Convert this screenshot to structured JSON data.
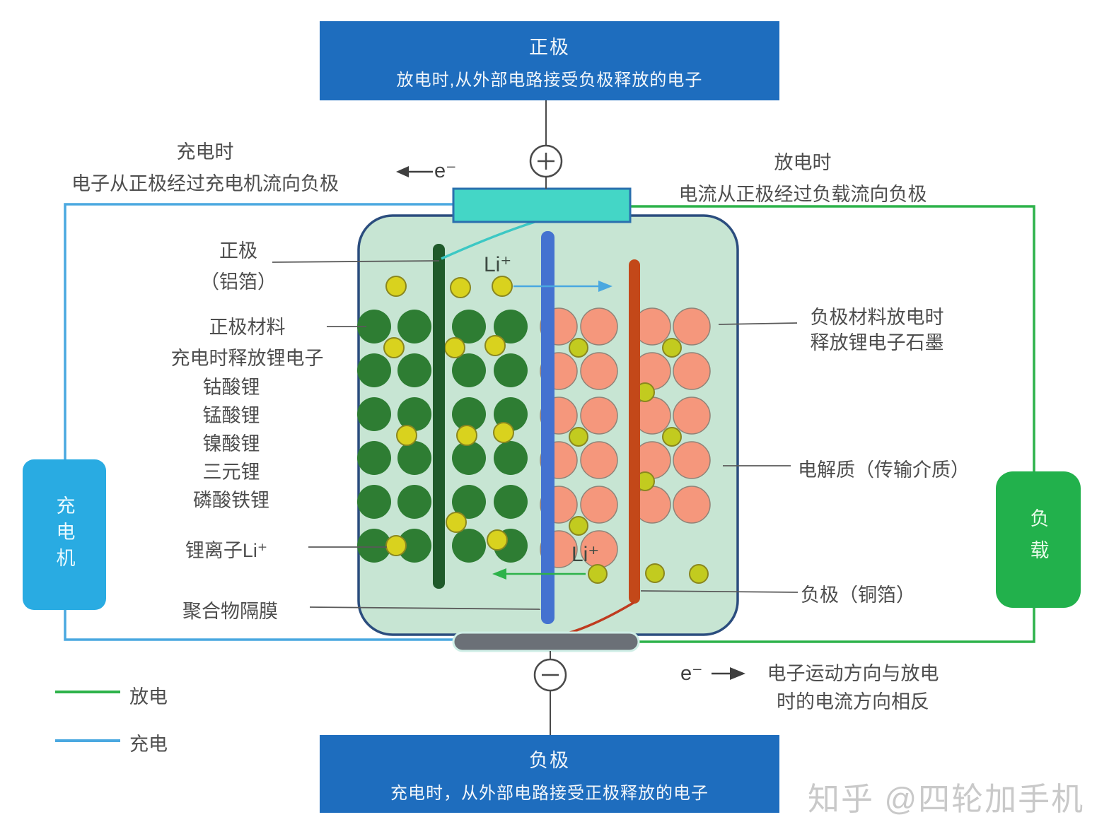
{
  "top_box": {
    "title": "正极",
    "subtitle": "放电时,从外部电路接受负极释放的电子"
  },
  "bottom_box": {
    "title": "负极",
    "subtitle": "充电时，从外部电路接受正极释放的电子"
  },
  "charger_box": {
    "label": "充电机"
  },
  "load_box": {
    "label": "负载"
  },
  "notes": {
    "charge_line1": "充电时",
    "charge_line2": "电子从正极经过充电机流向负极",
    "discharge_line1": "放电时",
    "discharge_line2": "电流从正极经过负载流向负极",
    "electron_dir_line1": "电子运动方向与放电",
    "electron_dir_line2": "时的电流方向相反"
  },
  "symbols": {
    "electron_top": "e⁻",
    "electron_bottom": "e⁻",
    "li_top": "Li⁺",
    "li_bottom": "Li⁺"
  },
  "left_labels": {
    "cathode_foil_line1": "正极",
    "cathode_foil_line2": "（铝箔）",
    "cathode_material_line1": "正极材料",
    "cathode_material_line2": "充电时释放锂电子",
    "chems": [
      "钴酸锂",
      "锰酸锂",
      "镍酸锂",
      "三元锂",
      "磷酸铁锂"
    ],
    "li_ion": "锂离子Li⁺",
    "separator": "聚合物隔膜"
  },
  "right_labels": {
    "anode_material_line1": "负极材料放电时",
    "anode_material_line2": "释放锂电子石墨",
    "electrolyte": "电解质（传输介质）",
    "anode_foil": "负极（铜箔）"
  },
  "legend": {
    "discharge": "放电",
    "charge": "充电"
  },
  "watermark": "知乎 @四轮加手机",
  "colors": {
    "box_blue": "#1e6dbe",
    "charger_blue": "#29abe2",
    "load_green": "#22b14c",
    "circuit_green": "#2db24a",
    "circuit_blue": "#4aa8e0",
    "cell_fill": "#c7e5d3",
    "cell_border": "#2b4d7e",
    "terminal_teal": "#44d6c6",
    "terminal_teal_border": "#2a6fae",
    "terminal_gray": "#6b7077",
    "al_foil": "#1f5a2a",
    "separator_blue": "#4472d0",
    "cu_foil": "#c34819",
    "cyan_curve": "#3cc8c4",
    "red_curve": "#bf3b1f",
    "label_line": "#5a5a5a"
  },
  "particles": {
    "cathode": {
      "color": "#2e7d33",
      "radius": 24,
      "columns": [
        529,
        586,
        663,
        722
      ],
      "rows": [
        462,
        524,
        586,
        648,
        710,
        772
      ]
    },
    "anode": {
      "color": "#f5977c",
      "stroke": "#8f8377",
      "radius": 26,
      "groups": [
        {
          "columns": [
            790,
            847
          ],
          "rows": [
            462,
            525,
            588,
            651,
            714,
            777
          ]
        },
        {
          "columns": [
            922,
            978
          ],
          "rows": [
            462,
            525,
            588,
            651,
            714
          ]
        }
      ]
    },
    "ions_left": {
      "color": "#d9d21e",
      "stroke": "#8a871f",
      "radius": 14,
      "points": [
        [
          560,
          405
        ],
        [
          651,
          407
        ],
        [
          710,
          405
        ],
        [
          557,
          492
        ],
        [
          643,
          492
        ],
        [
          700,
          489
        ],
        [
          575,
          616
        ],
        [
          660,
          616
        ],
        [
          712,
          612
        ],
        [
          560,
          772
        ],
        [
          645,
          739
        ],
        [
          703,
          764
        ]
      ]
    },
    "ions_right": {
      "color": "#c2cb1f",
      "stroke": "#8a871f",
      "radius": 13,
      "points": [
        [
          818,
          492
        ],
        [
          950,
          492
        ],
        [
          912,
          555
        ],
        [
          818,
          618
        ],
        [
          950,
          618
        ],
        [
          912,
          681
        ],
        [
          818,
          744
        ],
        [
          926,
          811
        ],
        [
          988,
          812
        ],
        [
          845,
          812
        ]
      ]
    }
  }
}
